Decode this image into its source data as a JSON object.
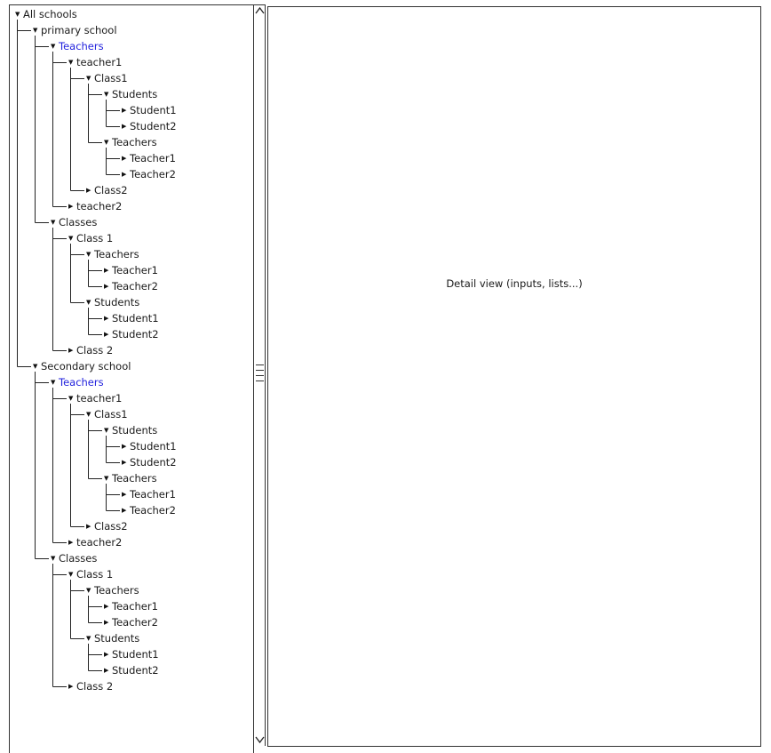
{
  "tree": {
    "nodes": [
      {
        "label": "All schools",
        "depth": 0,
        "expanded": true
      },
      {
        "label": "primary school",
        "depth": 1,
        "expanded": true
      },
      {
        "label": "Teachers",
        "depth": 2,
        "expanded": true,
        "highlight": true
      },
      {
        "label": "teacher1",
        "depth": 3,
        "expanded": true
      },
      {
        "label": "Class1",
        "depth": 4,
        "expanded": true
      },
      {
        "label": "Students",
        "depth": 5,
        "expanded": true
      },
      {
        "label": "Student1",
        "depth": 6,
        "expanded": false
      },
      {
        "label": "Student2",
        "depth": 6,
        "expanded": false
      },
      {
        "label": "Teachers",
        "depth": 5,
        "expanded": true
      },
      {
        "label": "Teacher1",
        "depth": 6,
        "expanded": false
      },
      {
        "label": "Teacher2",
        "depth": 6,
        "expanded": false
      },
      {
        "label": "Class2",
        "depth": 4,
        "expanded": false
      },
      {
        "label": "teacher2",
        "depth": 3,
        "expanded": false
      },
      {
        "label": "Classes",
        "depth": 2,
        "expanded": true
      },
      {
        "label": "Class 1",
        "depth": 3,
        "expanded": true
      },
      {
        "label": "Teachers",
        "depth": 4,
        "expanded": true
      },
      {
        "label": "Teacher1",
        "depth": 5,
        "expanded": false
      },
      {
        "label": "Teacher2",
        "depth": 5,
        "expanded": false
      },
      {
        "label": "Students",
        "depth": 4,
        "expanded": true
      },
      {
        "label": "Student1",
        "depth": 5,
        "expanded": false
      },
      {
        "label": "Student2",
        "depth": 5,
        "expanded": false
      },
      {
        "label": "Class 2",
        "depth": 3,
        "expanded": false
      },
      {
        "label": "Secondary school",
        "depth": 1,
        "expanded": true
      },
      {
        "label": "Teachers",
        "depth": 2,
        "expanded": true,
        "highlight": true
      },
      {
        "label": "teacher1",
        "depth": 3,
        "expanded": true
      },
      {
        "label": "Class1",
        "depth": 4,
        "expanded": true
      },
      {
        "label": "Students",
        "depth": 5,
        "expanded": true
      },
      {
        "label": "Student1",
        "depth": 6,
        "expanded": false
      },
      {
        "label": "Student2",
        "depth": 6,
        "expanded": false
      },
      {
        "label": "Teachers",
        "depth": 5,
        "expanded": true
      },
      {
        "label": "Teacher1",
        "depth": 6,
        "expanded": false
      },
      {
        "label": "Teacher2",
        "depth": 6,
        "expanded": false
      },
      {
        "label": "Class2",
        "depth": 4,
        "expanded": false
      },
      {
        "label": "teacher2",
        "depth": 3,
        "expanded": false
      },
      {
        "label": "Classes",
        "depth": 2,
        "expanded": true
      },
      {
        "label": "Class 1",
        "depth": 3,
        "expanded": true
      },
      {
        "label": "Teachers",
        "depth": 4,
        "expanded": true
      },
      {
        "label": "Teacher1",
        "depth": 5,
        "expanded": false
      },
      {
        "label": "Teacher2",
        "depth": 5,
        "expanded": false
      },
      {
        "label": "Students",
        "depth": 4,
        "expanded": true
      },
      {
        "label": "Student1",
        "depth": 5,
        "expanded": false
      },
      {
        "label": "Student2",
        "depth": 5,
        "expanded": false
      },
      {
        "label": "Class 2",
        "depth": 3,
        "expanded": false
      }
    ]
  },
  "scrollbar": {
    "up_icon": "chevron-up-icon",
    "down_icon": "chevron-down-icon",
    "grip_icon": "grip-icon"
  },
  "detail": {
    "text": "Detail view (inputs, lists...)"
  },
  "colors": {
    "highlight": "#2222dd",
    "line": "#222222"
  }
}
